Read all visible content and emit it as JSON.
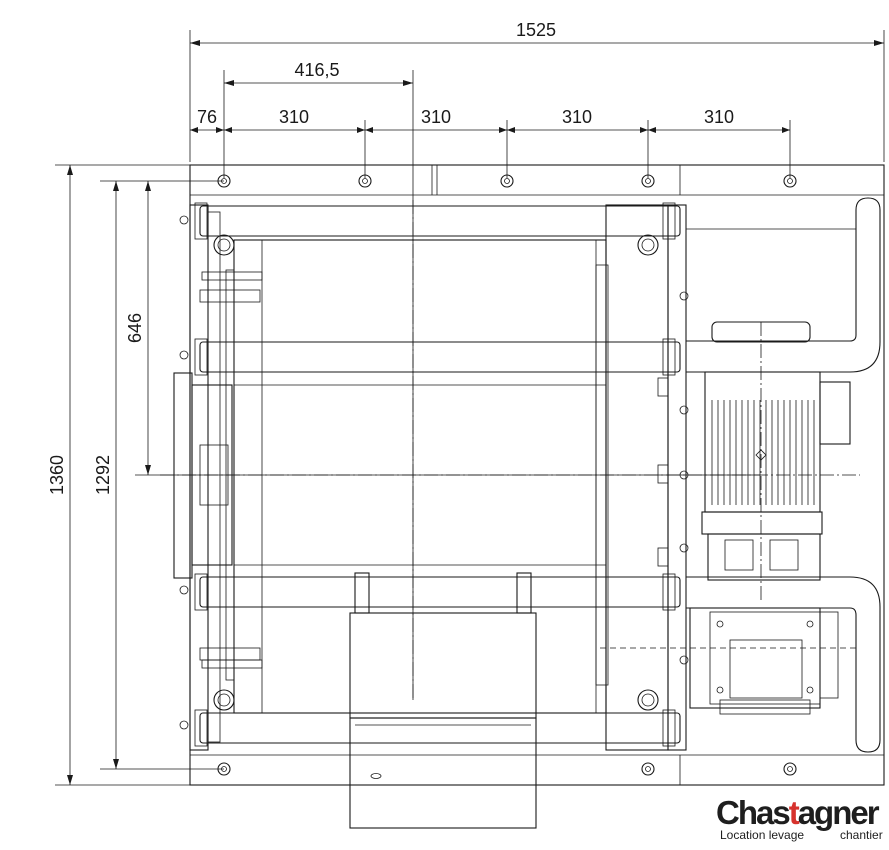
{
  "dimensions": {
    "overall_width": "1525",
    "offset_to_center": "416,5",
    "edge_offset": "76",
    "pitch_1": "310",
    "pitch_2": "310",
    "pitch_3": "310",
    "pitch_4": "310",
    "overall_height": "1360",
    "hole_span": "1292",
    "half_height": "646"
  },
  "logo": {
    "brand_prefix": "Chas",
    "brand_accent": "t",
    "brand_suffix": "agner",
    "tagline_left": "Location levage",
    "tagline_right": "chantier",
    "accent_color": "#d6322d"
  }
}
